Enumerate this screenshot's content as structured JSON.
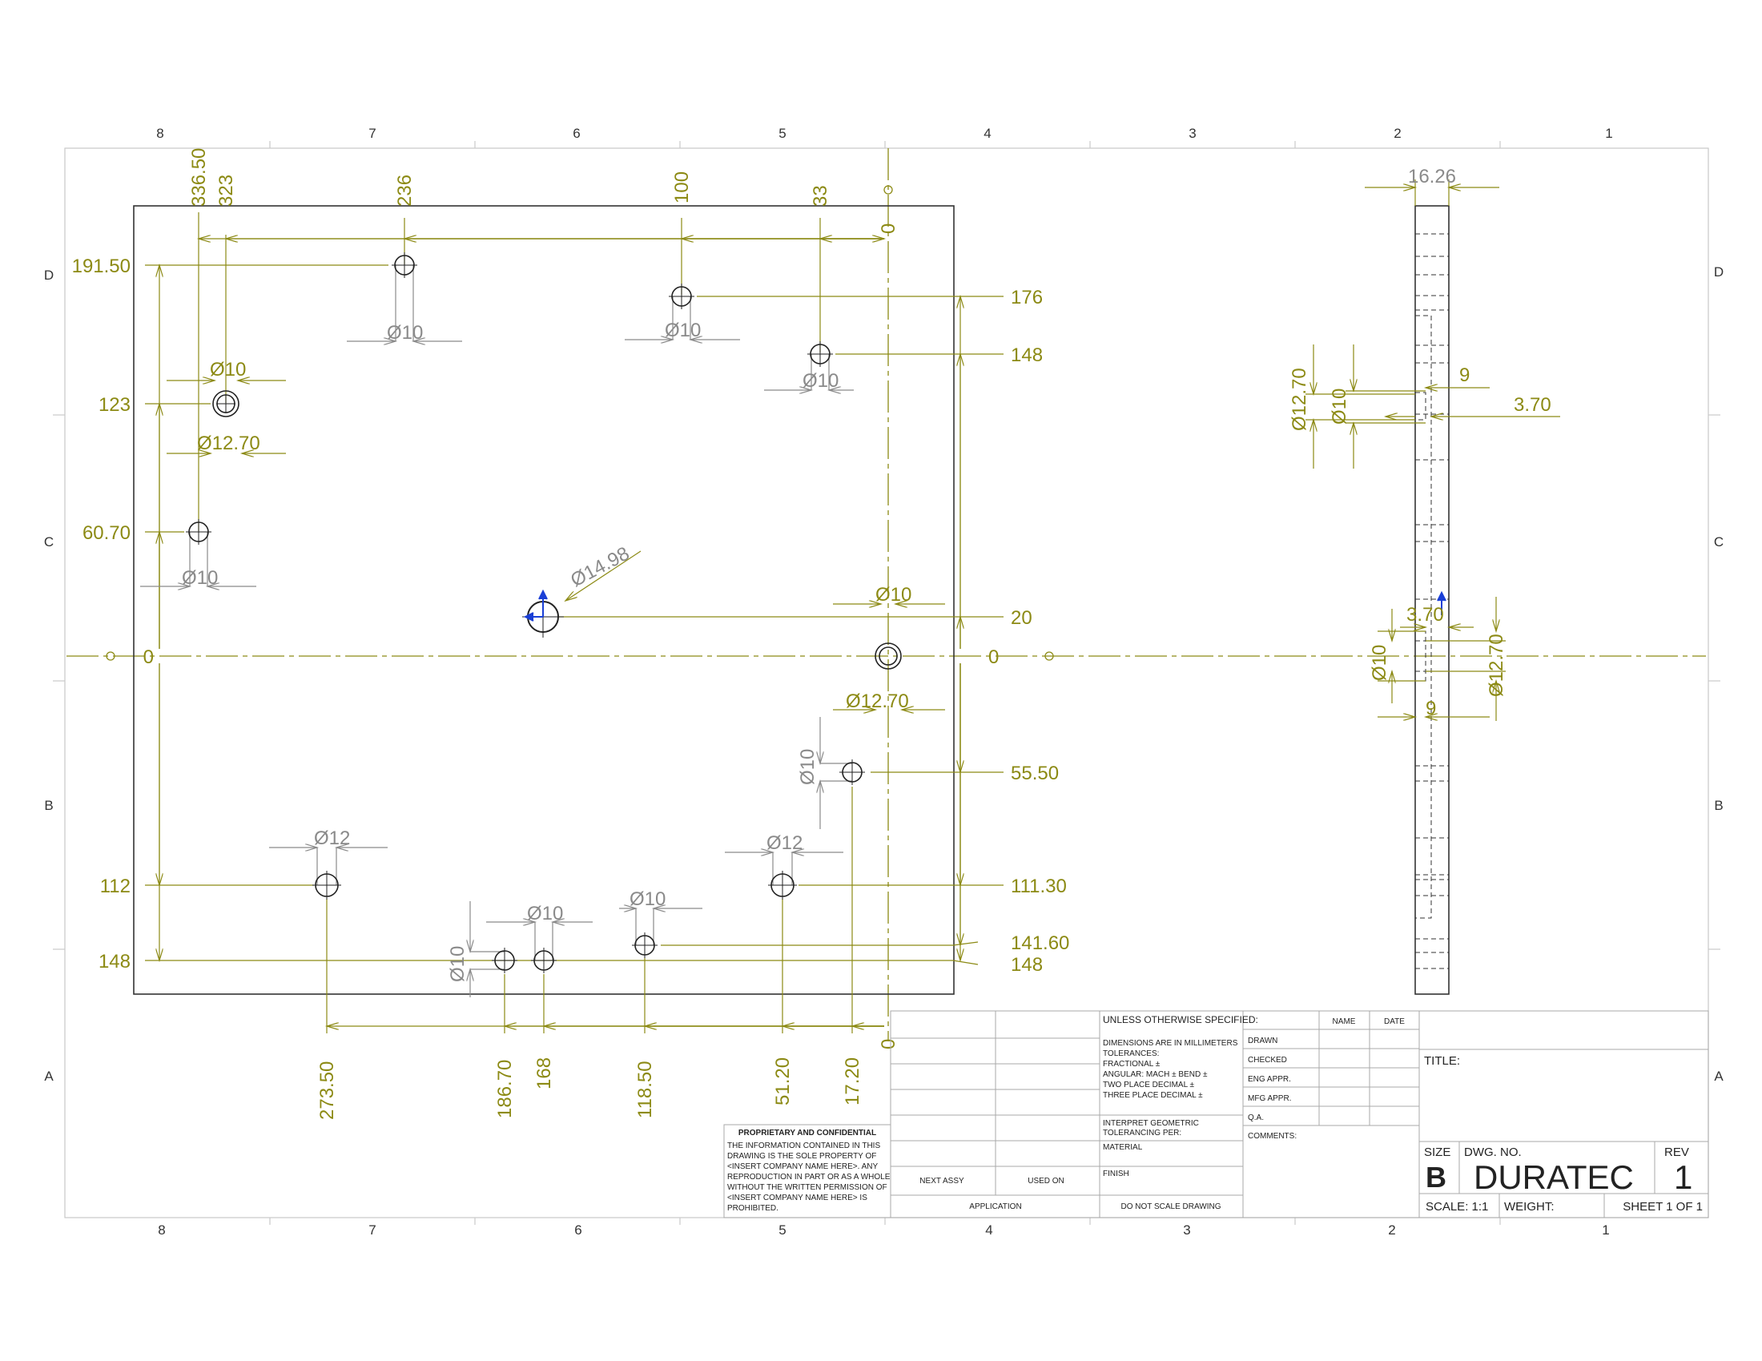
{
  "zones": {
    "columns": [
      "8",
      "7",
      "6",
      "5",
      "4",
      "3",
      "2",
      "1"
    ],
    "rows": [
      "D",
      "C",
      "B",
      "A"
    ]
  },
  "dimensions": {
    "top": [
      "336.50",
      "323",
      "236",
      "100",
      "33",
      "0"
    ],
    "left": [
      "191.50",
      "123",
      "60.70",
      "0",
      "112",
      "148"
    ],
    "right": [
      "176",
      "148",
      "20",
      "0",
      "55.50",
      "111.30",
      "141.60",
      "148"
    ],
    "bottom": [
      "273.50",
      "186.70",
      "168",
      "118.50",
      "51.20",
      "17.20",
      "0"
    ],
    "holes": {
      "d10_a": "Ø10",
      "d10_b": "Ø10",
      "d10_c": "Ø10",
      "d10_d": "Ø10",
      "d10_e": "Ø10",
      "d10_f": "Ø10",
      "d10_g": "Ø10",
      "d10_h": "Ø10",
      "d10_i": "Ø10",
      "d10_j": "Ø10",
      "d1270_a": "Ø12.70",
      "d1270_b": "Ø12.70",
      "d12_a": "Ø12",
      "d12_b": "Ø12",
      "d1498": "Ø14.98"
    },
    "side": {
      "thickness": "16.26",
      "upper_d1270": "Ø12.70",
      "upper_d10": "Ø10",
      "upper_9": "9",
      "upper_370": "3.70",
      "lower_370": "3.70",
      "lower_d10": "Ø10",
      "lower_d1270": "Ø12.70",
      "lower_9": "9"
    }
  },
  "proprietary": {
    "heading": "PROPRIETARY AND CONFIDENTIAL",
    "lines": [
      "THE INFORMATION CONTAINED IN THIS",
      "DRAWING IS THE SOLE PROPERTY OF",
      "<INSERT COMPANY NAME HERE>.  ANY",
      "REPRODUCTION IN PART OR AS A WHOLE",
      "WITHOUT THE WRITTEN PERMISSION OF",
      "<INSERT COMPANY NAME HERE> IS",
      "PROHIBITED."
    ]
  },
  "title_block": {
    "next_assy": "NEXT ASSY",
    "used_on": "USED ON",
    "application": "APPLICATION",
    "unless": "UNLESS OTHERWISE SPECIFIED:",
    "spec_lines": [
      "DIMENSIONS ARE IN MILLIMETERS",
      "TOLERANCES:",
      "FRACTIONAL ±",
      "ANGULAR: MACH ±    BEND ±",
      "TWO PLACE DECIMAL    ±",
      "THREE PLACE DECIMAL   ±"
    ],
    "interpret": [
      "INTERPRET GEOMETRIC",
      "TOLERANCING PER:"
    ],
    "material": "MATERIAL",
    "finish": "FINISH",
    "do_not_scale": "DO NOT SCALE DRAWING",
    "name": "NAME",
    "date": "DATE",
    "roles": [
      "DRAWN",
      "CHECKED",
      "ENG APPR.",
      "MFG APPR.",
      "Q.A."
    ],
    "comments": "COMMENTS:",
    "title": "TITLE:",
    "size_label": "SIZE",
    "size": "B",
    "dwg_no_label": "DWG.  NO.",
    "dwg_no": "DURATEC",
    "rev_label": "REV",
    "rev": "1",
    "scale": "SCALE: 1:1",
    "weight": "WEIGHT:",
    "sheet": "SHEET 1 OF 1"
  },
  "colors": {
    "dimension": "#8c8a14",
    "line": "#333333",
    "grey": "#8a8a8a",
    "marker": "#1a3fd6"
  }
}
